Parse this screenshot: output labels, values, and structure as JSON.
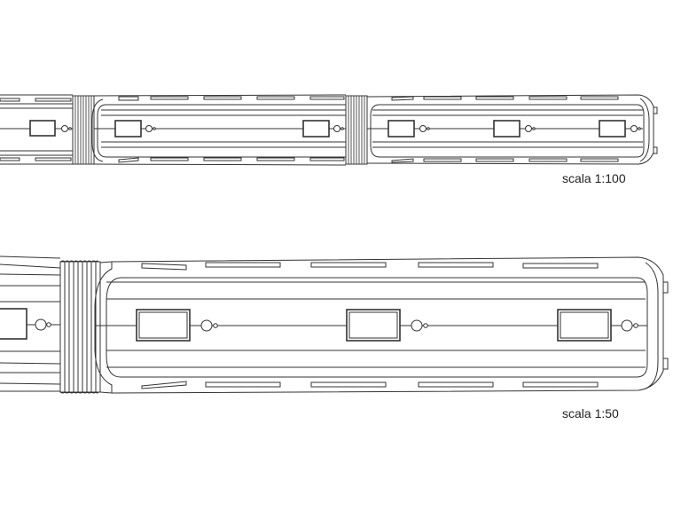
{
  "drawings": [
    {
      "name": "train-roof-plan-1-100",
      "scale_label": "scala 1:100",
      "cars": 3,
      "units_per_car": [
        1,
        2,
        3
      ]
    },
    {
      "name": "train-roof-plan-1-50",
      "scale_label": "scala 1:50",
      "cars": 2,
      "units_per_car": [
        1,
        3
      ]
    }
  ],
  "colors": {
    "line": "#333333",
    "background": "#ffffff"
  }
}
